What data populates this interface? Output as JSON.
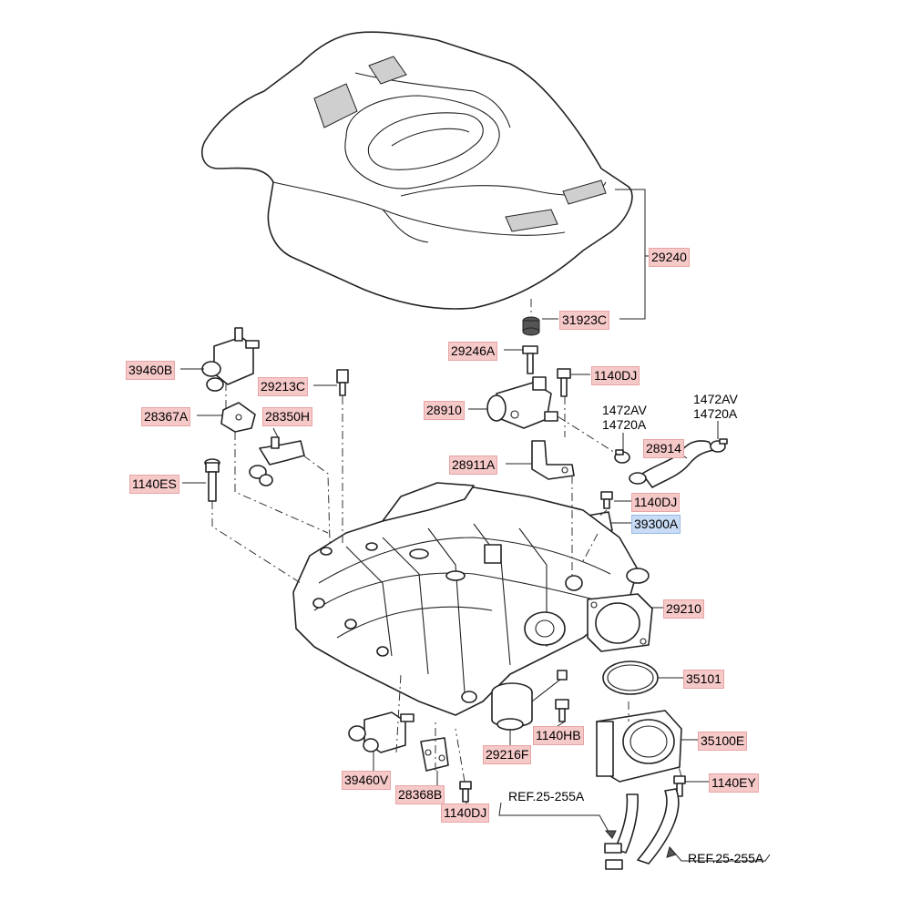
{
  "labels": {
    "p29240": "29240",
    "p31923C": "31923C",
    "p29246A": "29246A",
    "p1140DJ_top": "1140DJ",
    "p39460B": "39460B",
    "p29213C": "29213C",
    "p28910": "28910",
    "p1472AV_a": "1472AV",
    "p14720A_a": "14720A",
    "p1472AV_b": "1472AV",
    "p14720A_b": "14720A",
    "p28367A": "28367A",
    "p28350H": "28350H",
    "p28914": "28914",
    "p28911A": "28911A",
    "p1140ES": "1140ES",
    "p1140DJ_mid": "1140DJ",
    "p39300A": "39300A",
    "p29210": "29210",
    "p35101": "35101",
    "p1140HB": "1140HB",
    "p35100E": "35100E",
    "p29216F": "29216F",
    "p39460V": "39460V",
    "p1140EY": "1140EY",
    "p28368B": "28368B",
    "p1140DJ_bot": "1140DJ",
    "ref_a": "REF.25-255A",
    "ref_b": "REF.25-255A"
  },
  "highlight_color": "#f6c9c9",
  "selected_color": "#c9dcf6"
}
